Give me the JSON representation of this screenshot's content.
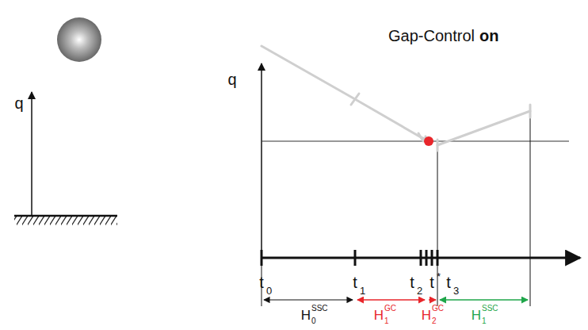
{
  "diagram": {
    "labels": [
      "q",
      "q",
      "Gap-Control",
      "on",
      "t",
      "0",
      "t",
      "1",
      "t",
      "2",
      "t",
      "*",
      "t",
      "3",
      "H",
      "0",
      "SSC",
      "H",
      "1",
      "GC",
      "H",
      "2",
      "GC",
      "H",
      "1",
      "SSC"
    ]
  }
}
